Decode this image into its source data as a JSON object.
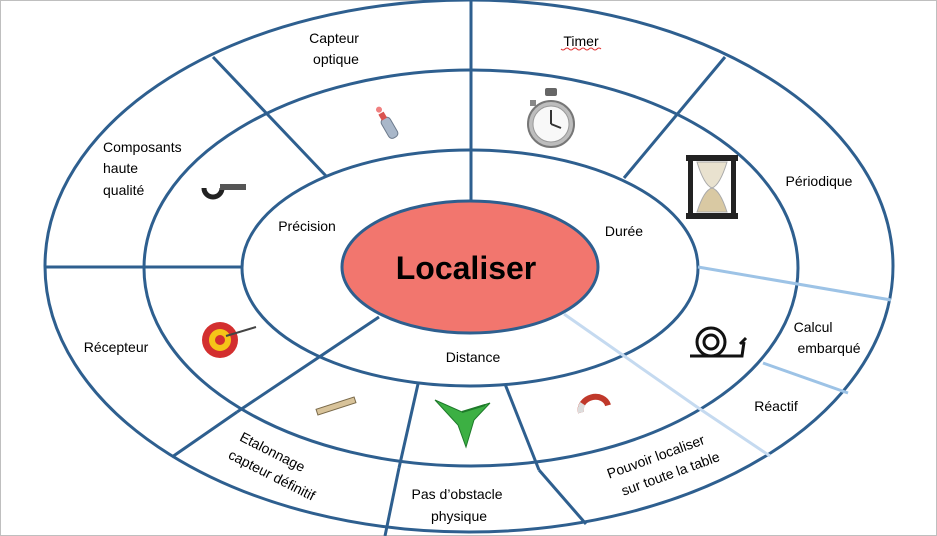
{
  "center": {
    "label": "Localiser",
    "color": "#f2766e"
  },
  "inner_ring": {
    "precision": "Précision",
    "duree": "Durée",
    "distance": "Distance"
  },
  "outer_ring": {
    "capteur_optique": [
      "Capteur",
      "optique"
    ],
    "timer": "Timer",
    "periodique": "Périodique",
    "calcul_embarque": [
      "Calcul",
      "embarqué"
    ],
    "reactif": "Réactif",
    "pouvoir_localiser": [
      "Pouvoir localiser",
      "sur toute la table"
    ],
    "pas_obstacle": [
      "Pas d’obstacle",
      "physique"
    ],
    "etalonnage": [
      "Etalonnage",
      "capteur définitif"
    ],
    "recepteur": "Récepteur",
    "composants": [
      "Composants",
      "haute",
      "qualité"
    ]
  },
  "icons": [
    "optical-sensor-icon",
    "stopwatch-icon",
    "hourglass-icon",
    "snail-icon",
    "magnet-icon",
    "hummingbird-icon",
    "ruler-icon",
    "target-icon",
    "micrometer-icon"
  ],
  "colors": {
    "dark_line": "#2e5f8f",
    "light_line": "#9dc3e6",
    "lighter_line": "#c5daf0"
  }
}
